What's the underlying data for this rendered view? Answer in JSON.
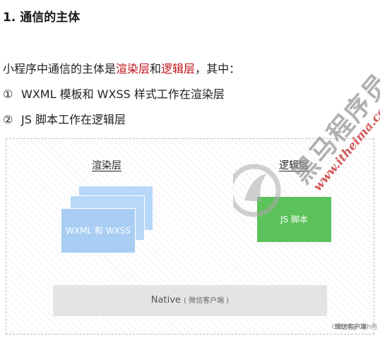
{
  "heading": "1. 通信的主体",
  "intro": {
    "prefix": "小程序中通信的主体是",
    "render_layer": "渲染层",
    "and": "和",
    "logic_layer": "逻辑层",
    "suffix": "，其中："
  },
  "items": [
    {
      "num": "①",
      "text": "WXML 模板和 WXSS 样式工作在渲染层"
    },
    {
      "num": "②",
      "text": "JS 脚本工作在逻辑层"
    }
  ],
  "diagram": {
    "render_label": "渲染层",
    "logic_label": "逻辑层",
    "render_box": "WXML 和 WXSS",
    "logic_box": "JS 脚本",
    "native_main": "Native",
    "native_sub": "( 微信客户端 )",
    "client_label": "微信客户端"
  },
  "watermark": {
    "brand": "黑马程序员",
    "url": "www.itheima.com",
    "csdn": "CSDN @Chh冉"
  },
  "colors": {
    "accent_red": "#c0141b",
    "render_blue": "#b7d8f8",
    "logic_green": "#5cc25a",
    "native_gray": "#e4e4e4"
  }
}
